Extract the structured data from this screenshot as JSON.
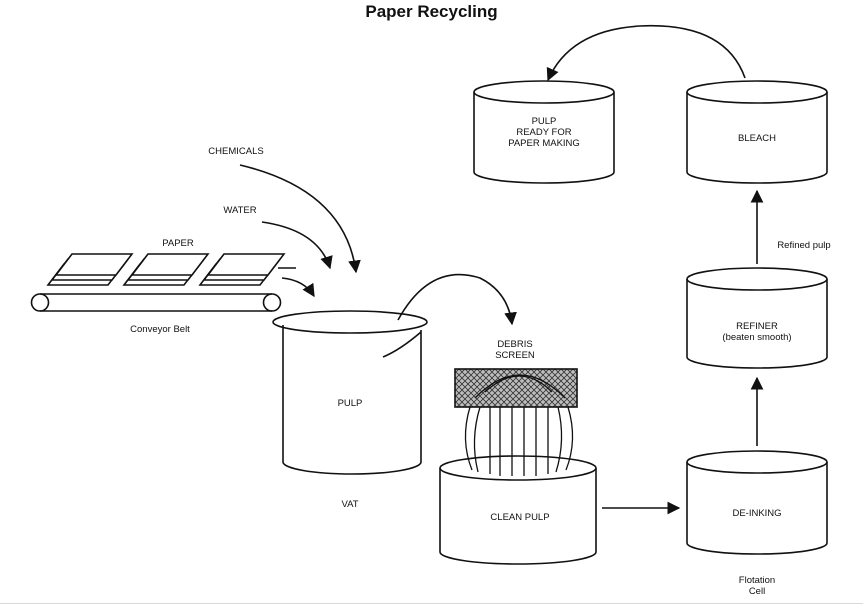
{
  "title": "Paper Recycling",
  "inputs": {
    "chemicals": "CHEMICALS",
    "water": "WATER",
    "paper": "PAPER"
  },
  "conveyor_label": "Conveyor Belt",
  "vat": {
    "content": "PULP",
    "label": "VAT"
  },
  "debris_screen": "DEBRIS\nSCREEN",
  "clean_pulp": "CLEAN PULP",
  "deinking": {
    "content": "DE-INKING",
    "label": "Flotation\nCell"
  },
  "refiner": {
    "content": "REFINER\n(beaten smooth)"
  },
  "refined_pulp_label": "Refined pulp",
  "bleach": "BLEACH",
  "final_pulp": "PULP\nREADY FOR\nPAPER MAKING"
}
